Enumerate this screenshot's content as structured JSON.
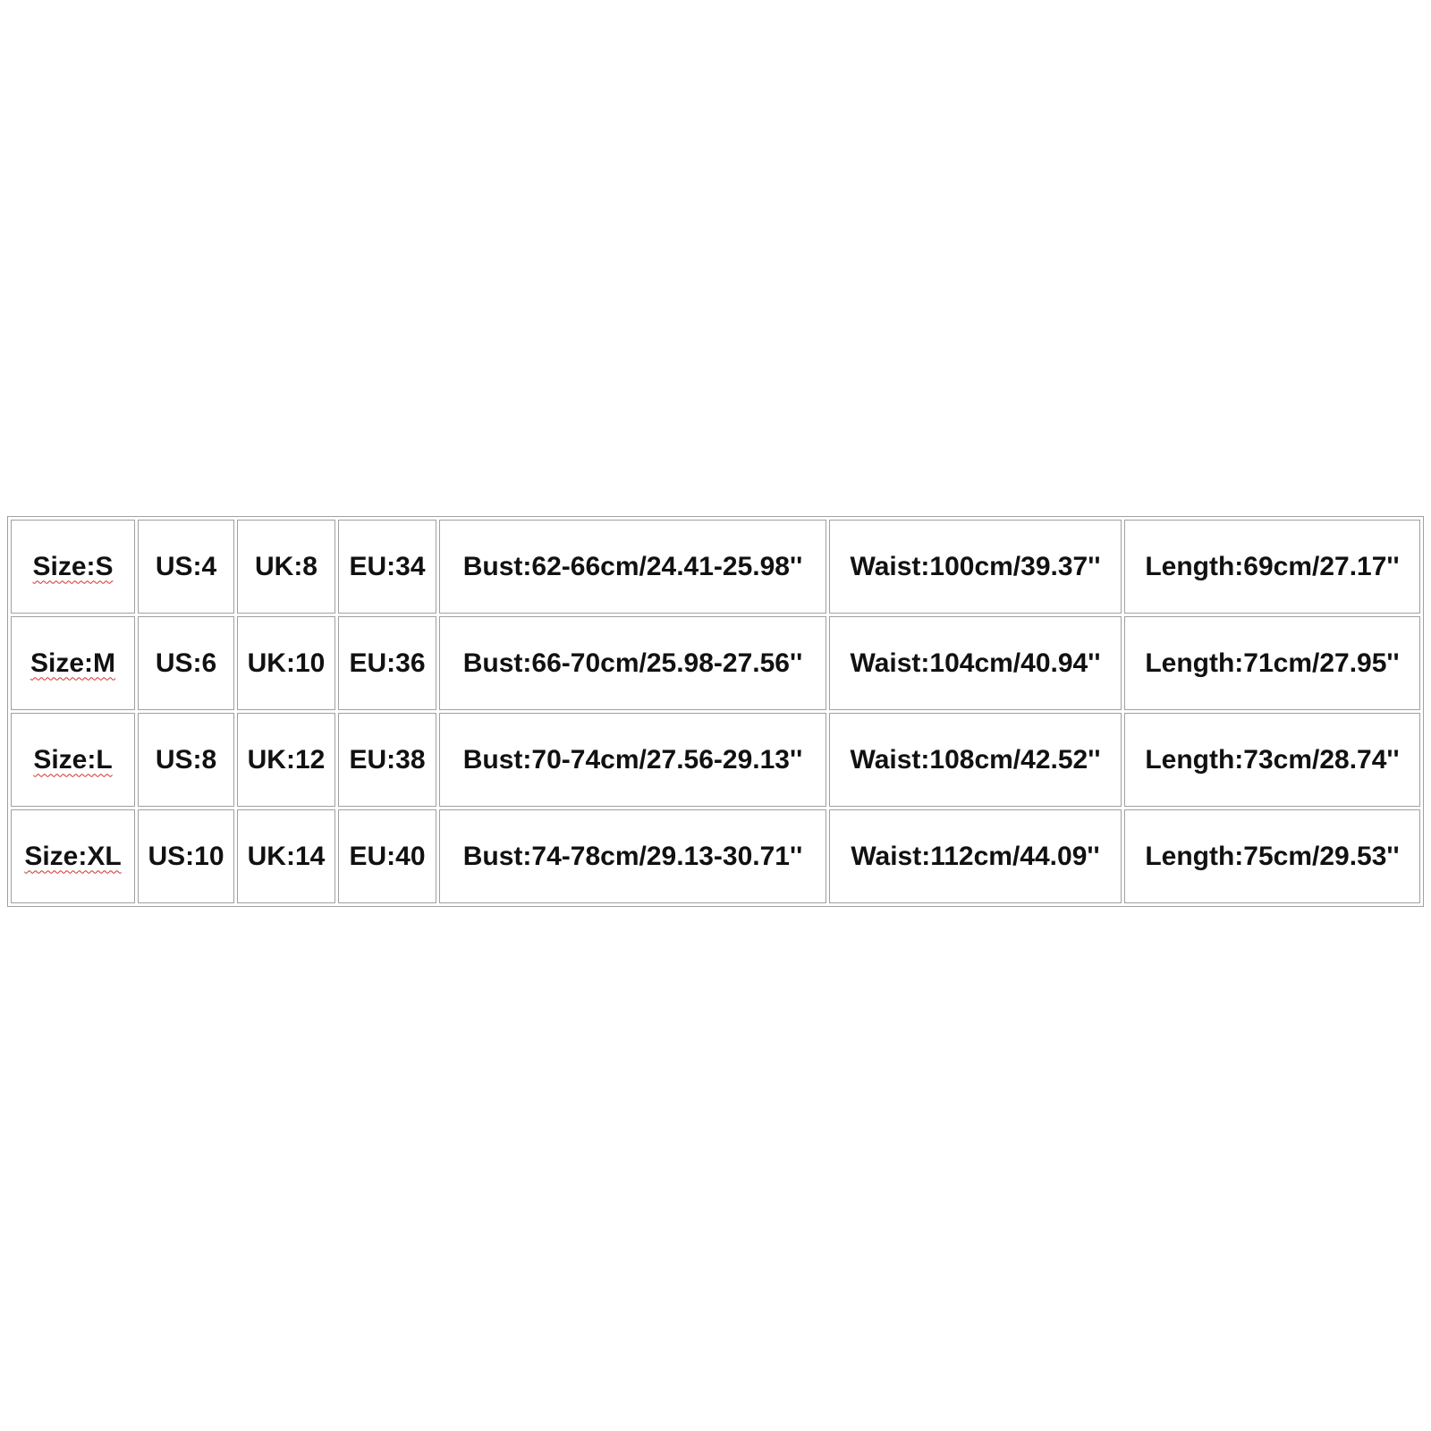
{
  "size_chart": {
    "rows": [
      {
        "size": "Size:S",
        "us": "US:4",
        "uk": "UK:8",
        "eu": "EU:34",
        "bust": "Bust:62-66cm/24.41-25.98''",
        "waist": "Waist:100cm/39.37''",
        "length": "Length:69cm/27.17''"
      },
      {
        "size": "Size:M",
        "us": "US:6",
        "uk": "UK:10",
        "eu": "EU:36",
        "bust": "Bust:66-70cm/25.98-27.56''",
        "waist": "Waist:104cm/40.94''",
        "length": "Length:71cm/27.95''"
      },
      {
        "size": "Size:L",
        "us": "US:8",
        "uk": "UK:12",
        "eu": "EU:38",
        "bust": "Bust:70-74cm/27.56-29.13''",
        "waist": "Waist:108cm/42.52''",
        "length": "Length:73cm/28.74''"
      },
      {
        "size": "Size:XL",
        "us": "US:10",
        "uk": "UK:14",
        "eu": "EU:40",
        "bust": "Bust:74-78cm/29.13-30.71''",
        "waist": "Waist:112cm/44.09''",
        "length": "Length:75cm/29.53''"
      }
    ],
    "colors": {
      "text": "#111111",
      "border": "#a0a0a0",
      "spellcheck_underline": "#d03030",
      "background": "#ffffff"
    }
  }
}
